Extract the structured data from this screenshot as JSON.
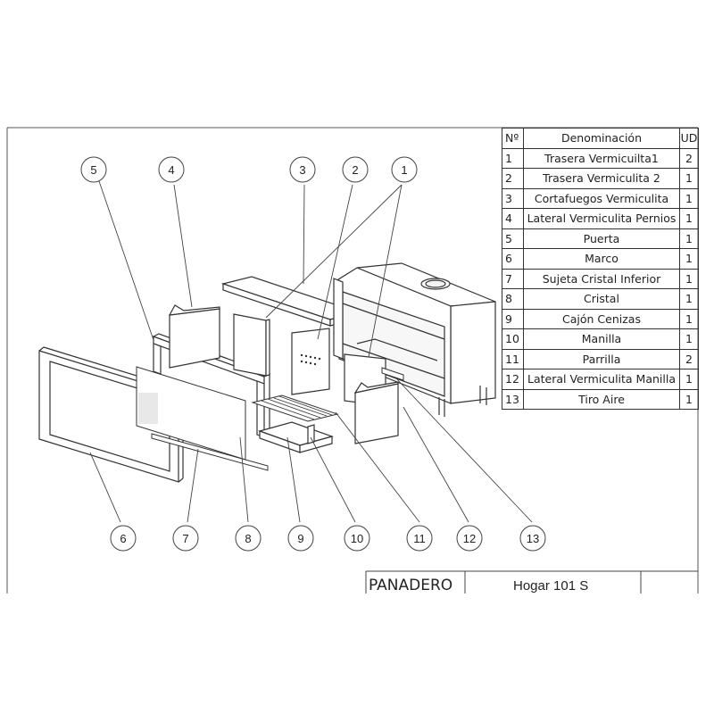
{
  "bom": {
    "headers": {
      "no": "Nº",
      "name": "Denominación",
      "ud": "UD"
    },
    "rows": [
      {
        "no": "1",
        "name": "Trasera Vermicuilta1",
        "ud": "2"
      },
      {
        "no": "2",
        "name": "Trasera Vermiculita 2",
        "ud": "1"
      },
      {
        "no": "3",
        "name": "Cortafuegos Vermiculita",
        "ud": "1"
      },
      {
        "no": "4",
        "name": "Lateral Vermiculita Pernios",
        "ud": "1"
      },
      {
        "no": "5",
        "name": "Puerta",
        "ud": "1"
      },
      {
        "no": "6",
        "name": "Marco",
        "ud": "1"
      },
      {
        "no": "7",
        "name": "Sujeta Cristal Inferior",
        "ud": "1"
      },
      {
        "no": "8",
        "name": "Cristal",
        "ud": "1"
      },
      {
        "no": "9",
        "name": "Cajón Cenizas",
        "ud": "1"
      },
      {
        "no": "10",
        "name": "Manilla",
        "ud": "1"
      },
      {
        "no": "11",
        "name": "Parrilla",
        "ud": "2"
      },
      {
        "no": "12",
        "name": "Lateral Vermiculita Manilla",
        "ud": "1"
      },
      {
        "no": "13",
        "name": "Tiro Aire",
        "ud": "1"
      }
    ]
  },
  "balloons": {
    "b1": "1",
    "b2": "2",
    "b3": "3",
    "b4": "4",
    "b5": "5",
    "b6": "6",
    "b7": "7",
    "b8": "8",
    "b9": "9",
    "b10": "10",
    "b11": "11",
    "b12": "12",
    "b13": "13"
  },
  "title_block": {
    "company": "PANADERO",
    "model": "Hogar 101 S"
  }
}
